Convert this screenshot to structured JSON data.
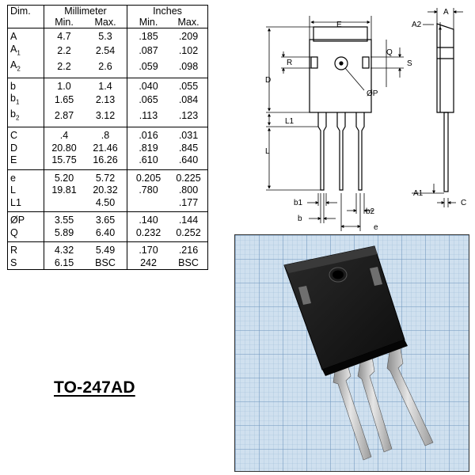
{
  "table": {
    "header": {
      "dim": "Dim.",
      "millimeter": "Millimeter",
      "inches": "Inches",
      "min": "Min.",
      "max": "Max."
    },
    "groups": [
      {
        "rows": [
          {
            "sym": "A",
            "sub": "",
            "mm_min": "4.7",
            "mm_max": "5.3",
            "in_min": ".185",
            "in_max": ".209"
          },
          {
            "sym": "A",
            "sub": "1",
            "mm_min": "2.2",
            "mm_max": "2.54",
            "in_min": ".087",
            "in_max": ".102"
          },
          {
            "sym": "A",
            "sub": "2",
            "mm_min": "2.2",
            "mm_max": "2.6",
            "in_min": ".059",
            "in_max": ".098"
          }
        ]
      },
      {
        "rows": [
          {
            "sym": "b",
            "sub": "",
            "mm_min": "1.0",
            "mm_max": "1.4",
            "in_min": ".040",
            "in_max": ".055"
          },
          {
            "sym": "b",
            "sub": "1",
            "mm_min": "1.65",
            "mm_max": "2.13",
            "in_min": ".065",
            "in_max": ".084"
          },
          {
            "sym": "b",
            "sub": "2",
            "mm_min": "2.87",
            "mm_max": "3.12",
            "in_min": ".113",
            "in_max": ".123"
          }
        ]
      },
      {
        "rows": [
          {
            "sym": "C",
            "sub": "",
            "mm_min": ".4",
            "mm_max": ".8",
            "in_min": ".016",
            "in_max": ".031"
          },
          {
            "sym": "D",
            "sub": "",
            "mm_min": "20.80",
            "mm_max": "21.46",
            "in_min": ".819",
            "in_max": ".845"
          },
          {
            "sym": "E",
            "sub": "",
            "mm_min": "15.75",
            "mm_max": "16.26",
            "in_min": ".610",
            "in_max": ".640"
          }
        ]
      },
      {
        "rows": [
          {
            "sym": "e",
            "sub": "",
            "mm_min": "5.20",
            "mm_max": "5.72",
            "in_min": "0.205",
            "in_max": "0.225"
          },
          {
            "sym": "L",
            "sub": "",
            "mm_min": "19.81",
            "mm_max": "20.32",
            "in_min": ".780",
            "in_max": ".800"
          },
          {
            "sym": "L1",
            "sub": "",
            "mm_min": "",
            "mm_max": "4.50",
            "in_min": "",
            "in_max": ".177"
          }
        ]
      },
      {
        "rows": [
          {
            "sym": "ØP",
            "sub": "",
            "mm_min": "3.55",
            "mm_max": "3.65",
            "in_min": ".140",
            "in_max": ".144"
          },
          {
            "sym": "Q",
            "sub": "",
            "mm_min": "5.89",
            "mm_max": "6.40",
            "in_min": "0.232",
            "in_max": "0.252"
          }
        ]
      },
      {
        "rows": [
          {
            "sym": "R",
            "sub": "",
            "mm_min": "4.32",
            "mm_max": "5.49",
            "in_min": ".170",
            "in_max": ".216"
          },
          {
            "sym": "S",
            "sub": "",
            "mm_min": "6.15",
            "mm_max": "BSC",
            "in_min": "242",
            "in_max": "BSC"
          }
        ]
      }
    ]
  },
  "package_title": "TO-247AD",
  "drawing_labels": {
    "E": "E",
    "A": "A",
    "A2": "A2",
    "Q": "Q",
    "S": "S",
    "R": "R",
    "D": "D",
    "P": "ØP",
    "L1": "L1",
    "L": "L",
    "b1": "b1",
    "b": "b",
    "b2": "b2",
    "e": "e",
    "A1": "A1",
    "C": "C"
  },
  "colors": {
    "grid_bg": "#cfe0ef",
    "grid_minor": "#9fbcd8",
    "grid_major": "#6d95bd",
    "package_body": "#161616",
    "lead_metal": "#b9b9b9",
    "line": "#000000"
  }
}
